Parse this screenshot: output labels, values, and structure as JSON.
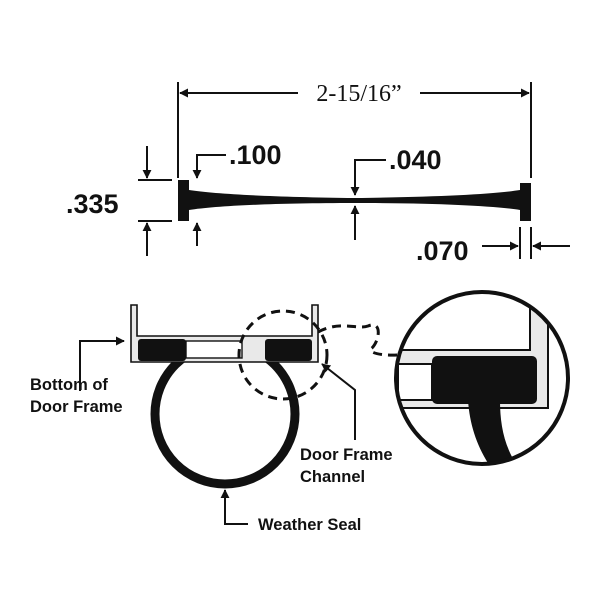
{
  "diagram": {
    "dimensions": {
      "overall_width": "2-15/16”",
      "end_height": ".335",
      "end_thickness": ".100",
      "web_thickness": ".040",
      "flange_thickness": ".070"
    },
    "callouts": {
      "bottom_of_door_frame": [
        "Bottom of",
        "Door Frame"
      ],
      "door_frame_channel": [
        "Door Frame",
        "Channel"
      ],
      "weather_seal": "Weather Seal"
    },
    "colors": {
      "ink": "#111111",
      "frame_fill": "#e9e9e9",
      "background": "#ffffff"
    }
  }
}
